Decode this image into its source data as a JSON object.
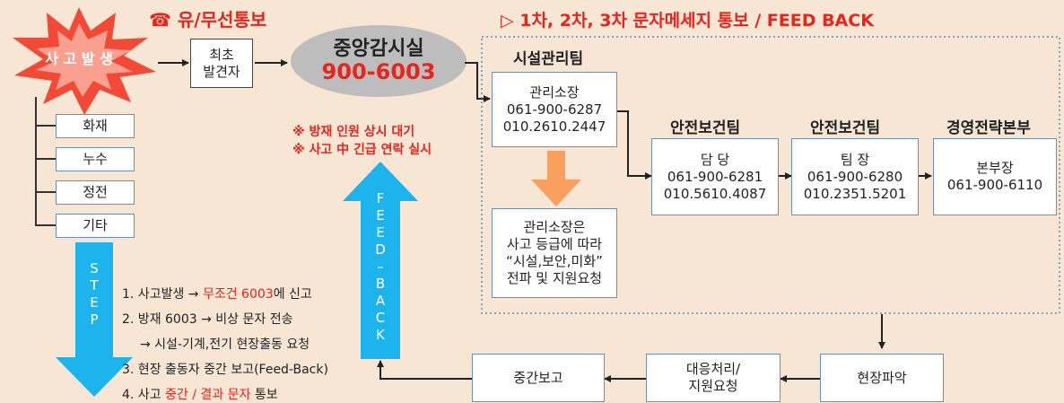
{
  "colors": {
    "background": "#f7e6d4",
    "accent_red": "#e8241d",
    "arrow_blue": "#1db4ee",
    "arrow_orange": "#f9a05e",
    "dotted_border": "#5a8fc0"
  },
  "header": {
    "phone_icon": "☎",
    "left_title": "유/무선통보",
    "right_title": "▷ 1차, 2차, 3차 문자메세지 통보 / FEED BACK"
  },
  "accident": {
    "label": "사 고 발 생"
  },
  "first_finder": {
    "line1": "최초",
    "line2": "발견자"
  },
  "central": {
    "title": "중앙감시실",
    "number": "900-6003"
  },
  "notes": [
    "※ 방재 인원 상시 대기",
    "※ 사고 中 긴급 연락 실시"
  ],
  "types": [
    "화재",
    "누수",
    "정전",
    "기타"
  ],
  "step_arrow": {
    "letters": [
      "S",
      "T",
      "E",
      "P"
    ]
  },
  "feedback_arrow": {
    "letters": [
      "F",
      "E",
      "E",
      "D",
      "–",
      "B",
      "A",
      "C",
      "K"
    ]
  },
  "steps": {
    "s1_a": "1. 사고발생 → ",
    "s1_red": "무조건 6003",
    "s1_b": "에 신고",
    "s2": "2. 방재 6003 → 비상 문자 전송",
    "s2_sub": "→ 시설-기계,전기 현장출동 요청",
    "s3": "3. 현장 출동자 중간 보고(Feed-Back)",
    "s4_a": "4. 사고 ",
    "s4_red": "중간 / 결과 문자",
    "s4_b": " 통보"
  },
  "facility_team": {
    "name": "시설관리팀",
    "role": "관리소장",
    "phone1": "061-900-6287",
    "phone2": "010.2610.2447",
    "note1": "관리소장은",
    "note2": "사고 등급에 따라",
    "note3": "“시설,보안,미화”",
    "note4": "전파 및 지원요청"
  },
  "safety_team_1": {
    "name": "안전보건팀",
    "role": "담 당",
    "phone1": "061-900-6281",
    "phone2": "010.5610.4087"
  },
  "safety_team_2": {
    "name": "안전보건팀",
    "role": "팀 장",
    "phone1": "061-900-6280",
    "phone2": "010.2351.5201"
  },
  "strategy_hq": {
    "name": "경영전략본부",
    "role": "본부장",
    "phone1": "061-900-6110"
  },
  "bottom_flow": {
    "site": "현장파악",
    "response1": "대응처리/",
    "response2": "지원요청",
    "interim": "중간보고"
  }
}
